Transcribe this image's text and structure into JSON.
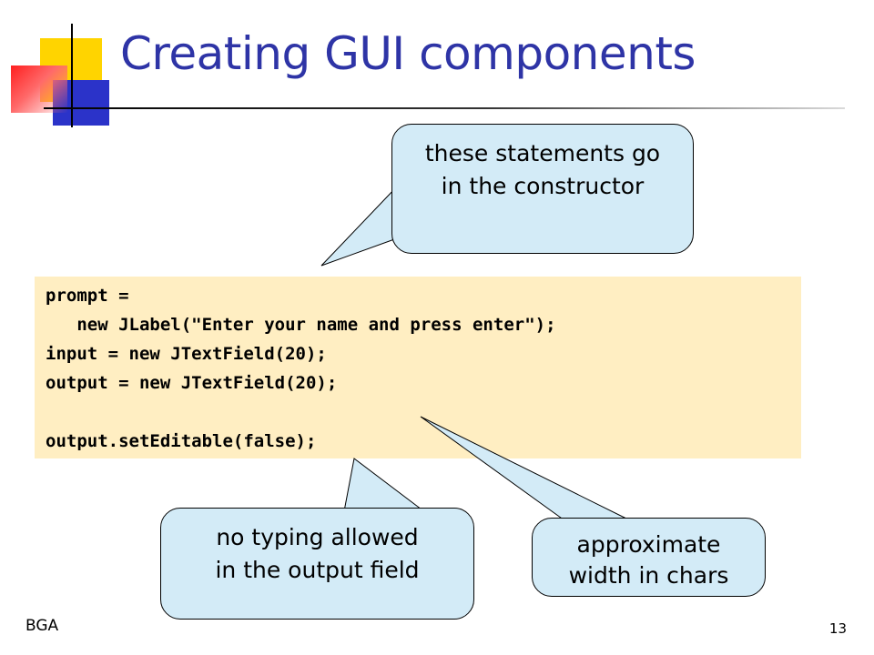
{
  "slide": {
    "title": "Creating GUI components",
    "code_lines": [
      "prompt =",
      "   new JLabel(\"Enter your name and press enter\");",
      "input = new JTextField(20);",
      "output = new JTextField(20);",
      "",
      "output.setEditable(false);"
    ],
    "callouts": {
      "constructor_line1": "these statements go",
      "constructor_line2": "in the constructor",
      "no_typing_line1": "no typing allowed",
      "no_typing_line2": "in the output field",
      "width_line1": "approximate",
      "width_line2": "width in chars"
    },
    "footer_left": "BGA",
    "page_number": "13"
  },
  "colors": {
    "title": "#2e34a6",
    "code_background": "#ffeec2",
    "callout_fill": "#d3ebf7",
    "deco_yellow": "#ffd400",
    "deco_blue": "#2b33c9",
    "deco_red": "#ff2020"
  }
}
